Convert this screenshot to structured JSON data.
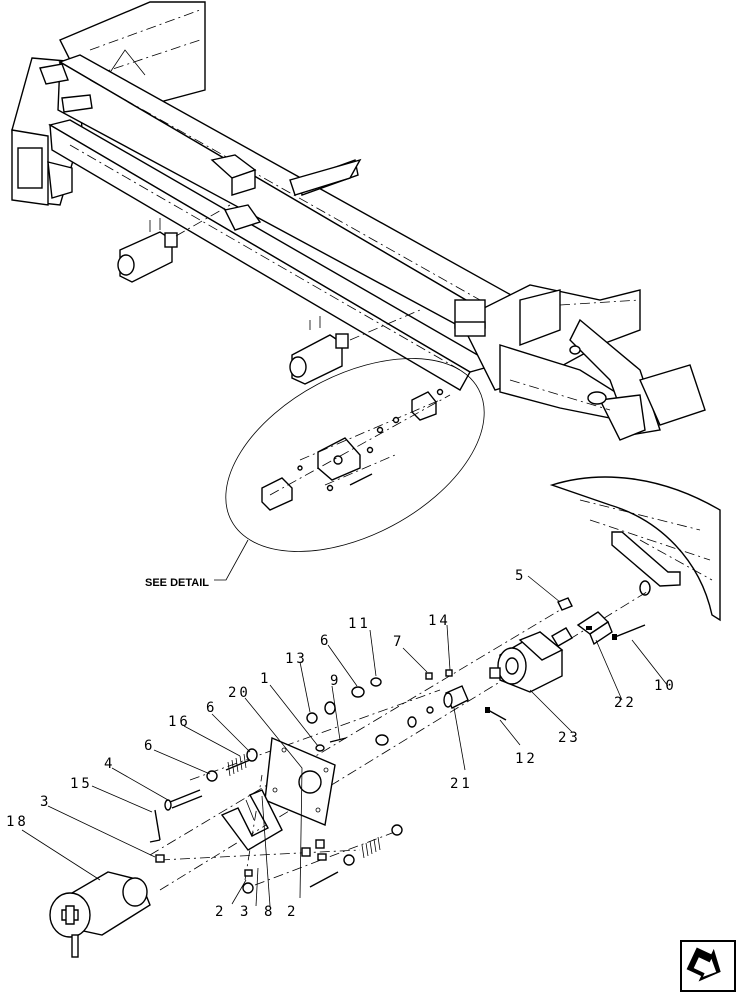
{
  "see_detail": "SEE DETAIL",
  "callouts": {
    "c5": "5",
    "c11": "11",
    "c14": "14",
    "c6a": "6",
    "c7": "7",
    "c13": "13",
    "c9": "9",
    "c1": "1",
    "c20": "20",
    "c16": "16",
    "c6b": "6",
    "c6c": "6",
    "c4": "4",
    "c15": "15",
    "c3a": "3",
    "c18": "18",
    "c2a": "2",
    "c3b": "3",
    "c8": "8",
    "c2b": "2",
    "c21": "21",
    "c12": "12",
    "c23": "23",
    "c22": "22",
    "c10": "10"
  },
  "nav_icon": "arrow-next-icon"
}
